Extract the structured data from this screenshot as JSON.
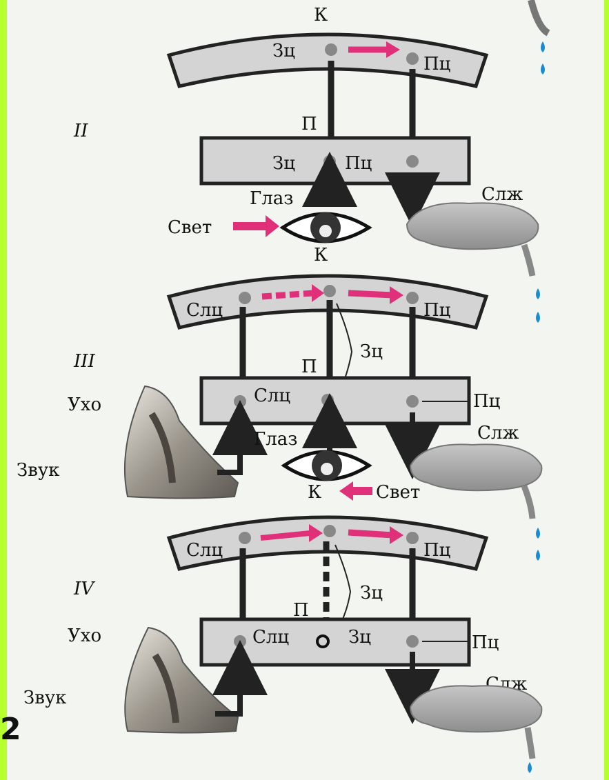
{
  "labels": {
    "cortex": "К",
    "subcortex": "П",
    "food_center": "Зц",
    "salivary_center": "Пц",
    "auditory_center": "Слц",
    "conditioned_center": "Зц",
    "eye": "Глаз",
    "light": "Свет",
    "gland": "Слж",
    "ear": "Ухо",
    "sound": "Звук"
  },
  "stages": [
    "II",
    "III",
    "IV"
  ],
  "page_number": "2",
  "colors": {
    "page_border": "#b7ff2e",
    "panel_fill": "#d4d4d4",
    "arrow_accent": "#e0307a",
    "line": "#222222",
    "drop": "#1a8ccf"
  }
}
